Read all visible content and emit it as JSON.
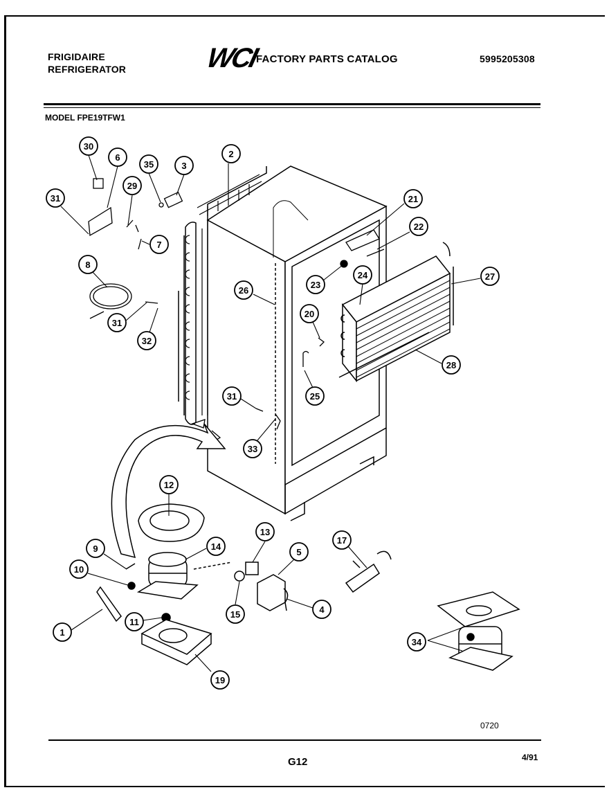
{
  "header": {
    "brand_line1": "FRIGIDAIRE",
    "brand_line2": "REFRIGERATOR",
    "logo": "WCI",
    "catalog_title": "FACTORY PARTS CATALOG",
    "catalog_number": "5995205308"
  },
  "model_label": "MODEL FPE19TFW1",
  "callouts": [
    "30",
    "6",
    "35",
    "3",
    "2",
    "31",
    "29",
    "7",
    "21",
    "22",
    "8",
    "26",
    "23",
    "24",
    "27",
    "31",
    "32",
    "20",
    "28",
    "25",
    "31",
    "33",
    "12",
    "13",
    "17",
    "14",
    "5",
    "9",
    "10",
    "15",
    "4",
    "11",
    "1",
    "34",
    "19"
  ],
  "footer": {
    "drawing_code": "0720",
    "page_code": "G12",
    "date": "4/91"
  }
}
